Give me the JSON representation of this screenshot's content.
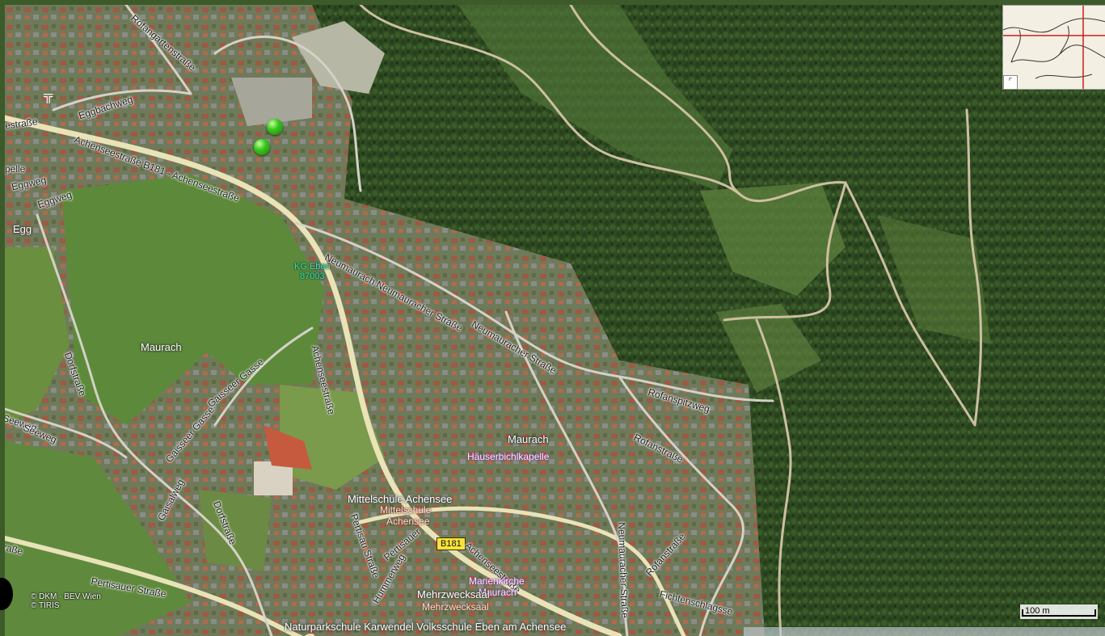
{
  "map": {
    "places": {
      "maurach_west": "Maurach",
      "maurach_center": "Maurach",
      "egg": "Egg"
    },
    "roads": {
      "rofangartenstrasse": "Rofangartenstraße",
      "eggbachweg": "Eggbachweg",
      "strasse_left": "estraße",
      "achenseestrasse_b181": "Achenseestraße B181 - Achenseestraße",
      "eggweg_top": "Eggweg",
      "eggweg": "Eggweg",
      "pelle": "pelle",
      "neumaurach_strasse_1": "Neumaurach Neumauracher Straße",
      "neumauracher_strasse_2": "Neumauracher Straße",
      "achenseestrasse_vertical": "Achenseestraße",
      "dorfstrasse_upper": "Dorfstraße",
      "gaisseer_gasse": "Gaisseer Gasse",
      "gaisseer_gasse_2": "Gaisseer Gasse",
      "seeweg": "Seeweg",
      "seeweg_2": "Seeweg",
      "rofanspitzweg": "Rofanspitzweg",
      "rofanstrasse": "Rofanstraße",
      "rofanstrasse_2": "Rofanstraße",
      "dorfstrasse_lower": "Dorfstraße",
      "gaisalweg": "Gaisalweg",
      "pertisauer_strasse": "Pertisauer Straße",
      "pertisau_strasse_vert": "Pertisau Straße",
      "pertisauer_diag": "Pertisauer",
      "achenseestrasse_lower": "Achenseestraße",
      "neumauracher_strasse_vert": "Neumauracher Straße",
      "fichtenschlagsse": "Fichtenschlagsse",
      "rasse_left": "raße",
      "hummerweg": "Hummerweg"
    },
    "pois": {
      "haeuserbichlkapelle": "Häuserbichlkapelle",
      "mittelschule_main": "Mittelschule Achensee",
      "mittelschule_sub1": "Mittelschule",
      "mittelschule_sub2": "Achensee",
      "marienkirche_1": "Marienkirche",
      "marienkirche_2": "Maurach",
      "mehrzwecksaal_main": "Mehrzwecksaal",
      "mehrzwecksaal_sub": "Mehrzwecksaal",
      "naturparkschule": "Naturparkschule Karwendel Volksschule Eben am Achensee"
    },
    "cadastral": {
      "name": "KG Eben",
      "number": "87003"
    },
    "route_shield": "B181",
    "attribution": [
      "© DKM · BEV Wien",
      "© TIRIS"
    ],
    "scale_label": "100 m",
    "inset_toggle_icon": "collapse-corner-icon",
    "colors": {
      "marker": "#36c81d",
      "shield": "#f7e23a",
      "cadastral": "#3fe0a6",
      "poi": "#7a3c8c"
    }
  }
}
